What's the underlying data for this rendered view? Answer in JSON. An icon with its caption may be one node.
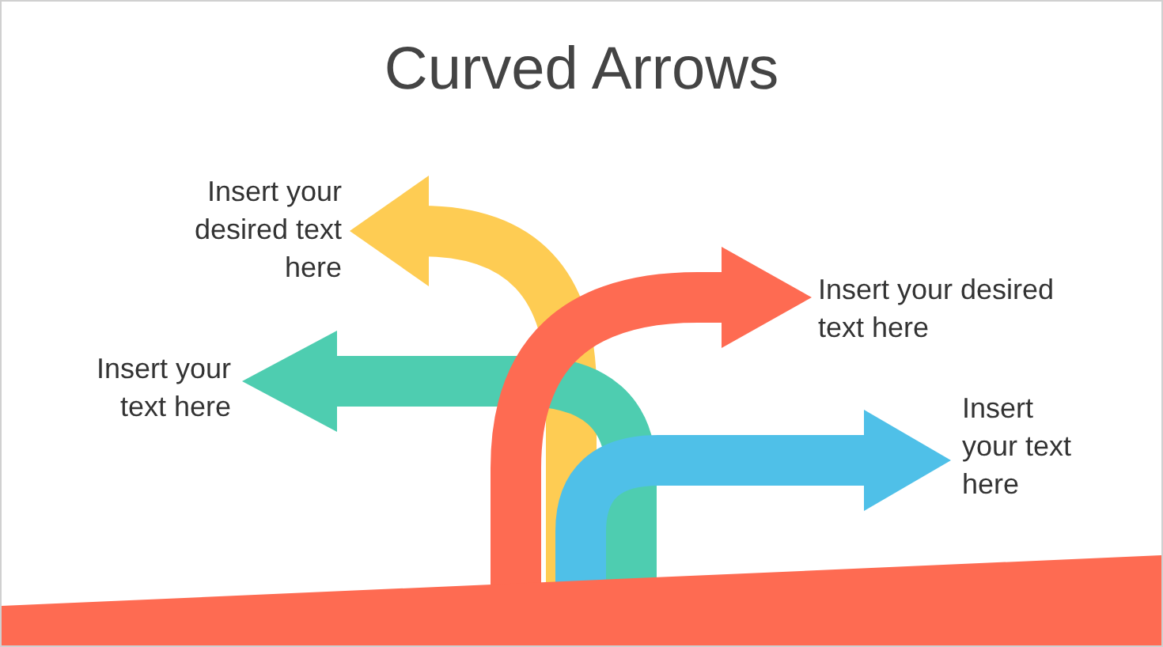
{
  "diagram": {
    "title": "Curved Arrows",
    "labels": [
      "Insert your desired text here",
      "Insert your desired text here",
      "Insert your text here",
      "Insert your text here"
    ]
  }
}
